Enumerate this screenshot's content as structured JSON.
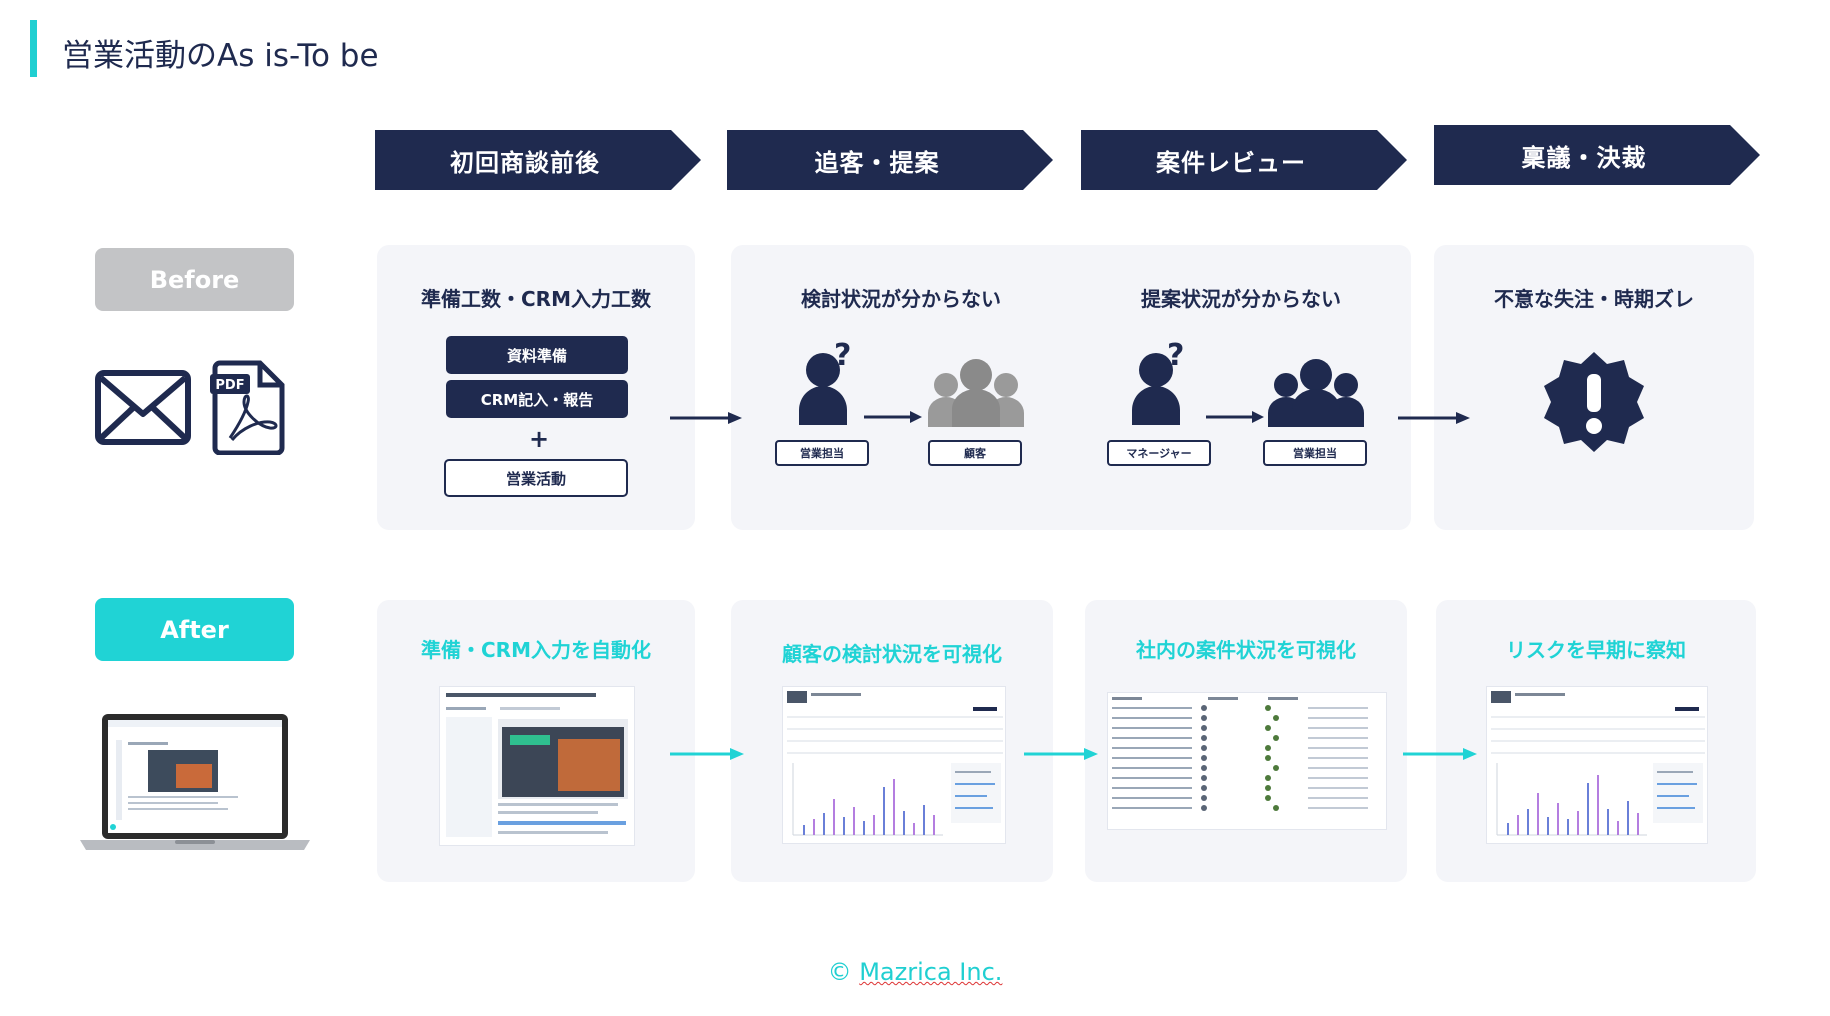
{
  "page": {
    "title": "営業活動のAs is-To be",
    "footer_copy": "©",
    "footer_brand": "Mazrica Inc."
  },
  "colors": {
    "navy": "#1f2a4f",
    "teal": "#20d3d5",
    "gray": "#c3c4c6",
    "panel": "#f4f5f9"
  },
  "stages": [
    "初回商談前後",
    "追客・提案",
    "案件レビュー",
    "稟議・決裁"
  ],
  "before": {
    "badge": "Before",
    "icons": [
      "mail-icon",
      "pdf-file-icon"
    ],
    "panel1": {
      "heading": "準備工数・CRM入力工数",
      "task1": "資料準備",
      "task2": "CRM記入・報告",
      "plus": "+",
      "task3": "営業活動"
    },
    "panel2": {
      "heading": "検討状況が分からない",
      "question": "?",
      "person_tag": "営業担当",
      "group_tag": "顧客"
    },
    "panel3": {
      "heading": "提案状況が分からない",
      "question": "?",
      "person_tag": "マネージャー",
      "group_tag": "営業担当"
    },
    "panel4": {
      "heading": "不意な失注・時期ズレ",
      "icon": "alert-badge-icon"
    }
  },
  "after": {
    "badge": "After",
    "headings": [
      "準備・CRM入力を自動化",
      "顧客の検討状況を可視化",
      "社内の案件状況を可視化",
      "リスクを早期に察知"
    ]
  }
}
